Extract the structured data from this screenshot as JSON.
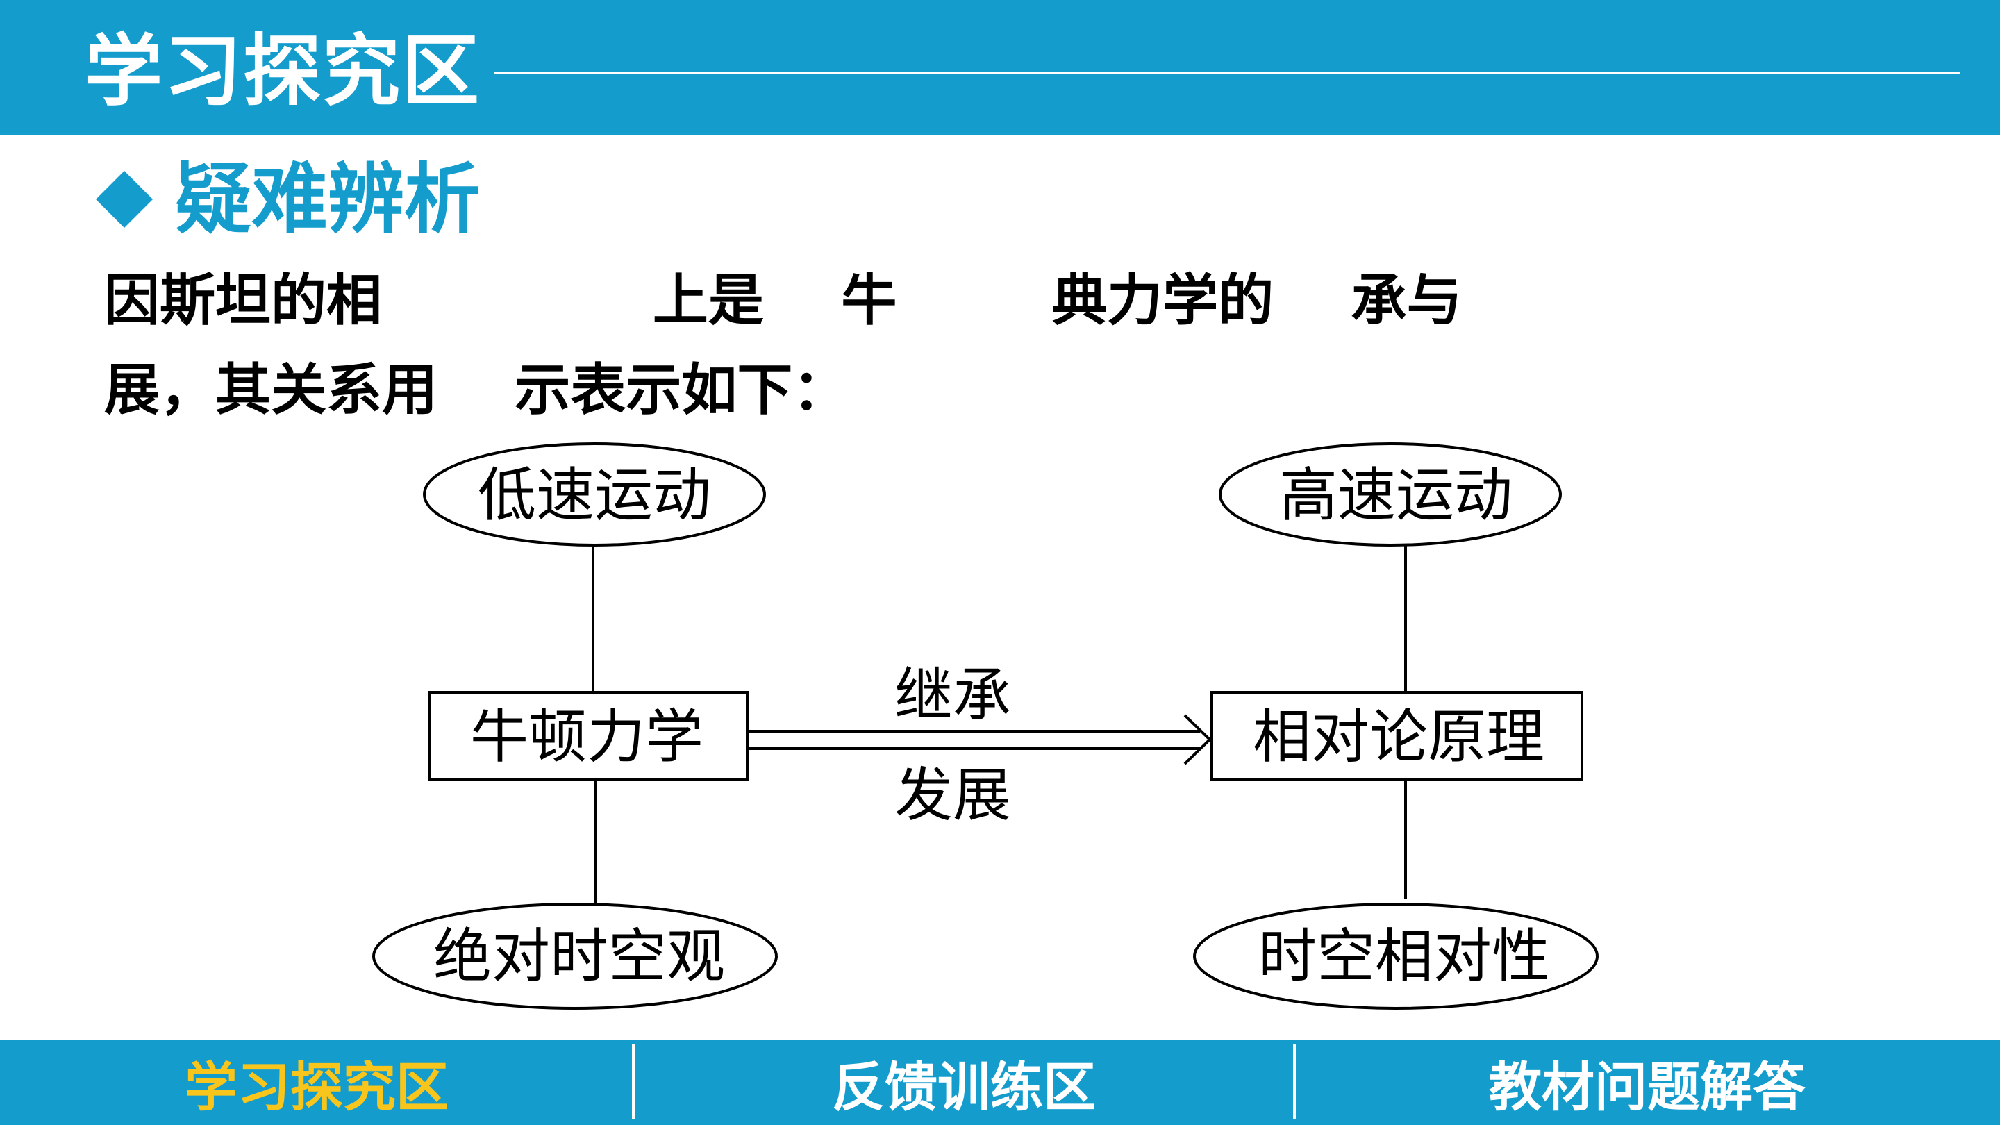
{
  "header": {
    "title": "学习探究区"
  },
  "section": {
    "title": "疑难辨析"
  },
  "paragraph": {
    "line1": "因斯坦的相              上是    牛        典力学的    承与",
    "line2": "展，其关系用    示表示如下："
  },
  "diagram": {
    "left_top": "低速运动",
    "left_box": "牛顿力学",
    "left_bottom": "绝对时空观",
    "right_top": "高速运动",
    "right_box": "相对论原理",
    "right_bottom": "时空相对性",
    "arrow_top_label": "继承",
    "arrow_bottom_label": "发展"
  },
  "footer": {
    "tabs": [
      {
        "label": "学习探究区",
        "active": true
      },
      {
        "label": "反馈训练区",
        "active": false
      },
      {
        "label": "教材问题解答",
        "active": false
      }
    ]
  },
  "colors": {
    "brand": "#149ccd",
    "active_tab": "#f8c51c"
  }
}
